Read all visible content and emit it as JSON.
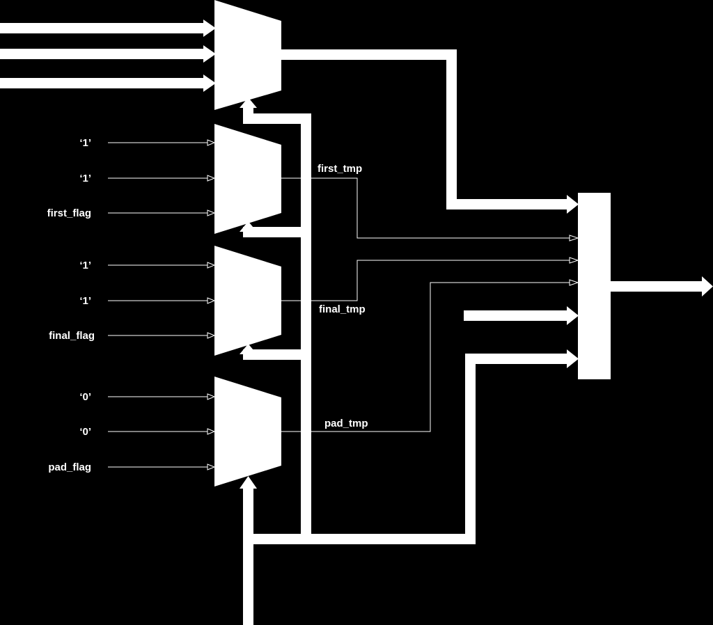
{
  "diagram": {
    "mux_inputs": {
      "mux_first": {
        "in_a": "‘1’",
        "in_b": "‘1’",
        "select": "first_flag"
      },
      "mux_final": {
        "in_a": "‘1’",
        "in_b": "‘1’",
        "select": "final_flag"
      },
      "mux_pad": {
        "in_a": "‘0’",
        "in_b": "‘0’",
        "select": "pad_flag"
      }
    },
    "signals": {
      "first": "first_tmp",
      "final": "final_tmp",
      "pad": "pad_tmp"
    },
    "colors": {
      "background": "#000000",
      "foreground": "#ffffff"
    }
  }
}
